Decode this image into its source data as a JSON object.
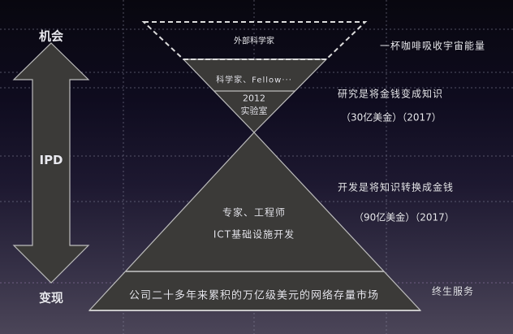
{
  "colors": {
    "background_top": "#08070f",
    "background_bottom": "#4b4558",
    "shape_fill": "#3b3a38",
    "shape_stroke": "#bdbdbd",
    "text": "#e9e9ef",
    "gridline": "#8a8aa0"
  },
  "arrow": {
    "top_label": "机会",
    "middle_label": "IPD",
    "bottom_label": "变现"
  },
  "funnel": {
    "outer_label": "外部科学家",
    "upper_label": "科学家、Fellow···",
    "lower_year": "2012",
    "lower_label": "实验室"
  },
  "pyramid": {
    "upper_line1": "专家、工程师",
    "upper_line2": "ICT基础设施开发",
    "base_label": "公司二十多年来累积的万亿级美元的网络存量市场"
  },
  "annotations": {
    "coffee": "一杯咖啡吸收宇宙能量",
    "research_title": "研究是将金钱变成知识",
    "research_amount": "（30亿美金）（2017）",
    "development_title": "开发是将知识转换成金钱",
    "development_amount": "（90亿美金）（2017）",
    "lifetime_service": "终生服务"
  }
}
